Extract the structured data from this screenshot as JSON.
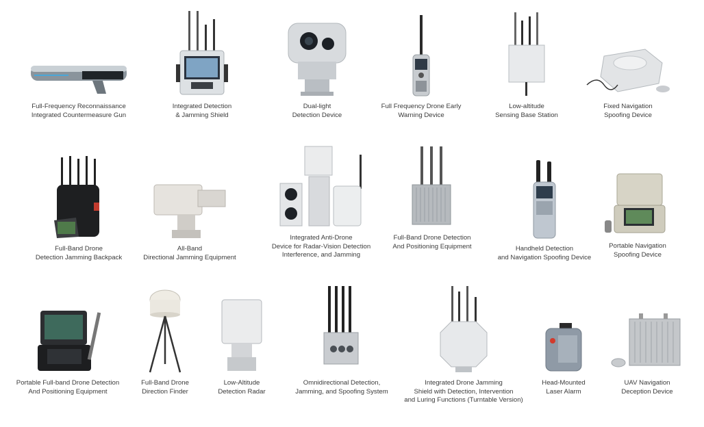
{
  "products": [
    {
      "lines": [
        "Full-Frequency Reconnaissance",
        "Integrated Countermeasure Gun"
      ],
      "icon": "countermeasure-gun-icon"
    },
    {
      "lines": [
        "Integrated Detection",
        "& Jamming Shield"
      ],
      "icon": "jamming-shield-icon"
    },
    {
      "lines": [
        "Dual-light",
        "Detection Device"
      ],
      "icon": "dual-light-camera-icon"
    },
    {
      "lines": [
        "Full Frequency Drone Early",
        "Warning Device"
      ],
      "icon": "handheld-radio-icon"
    },
    {
      "lines": [
        "Low-altitude",
        "Sensing Base Station"
      ],
      "icon": "base-station-icon"
    },
    {
      "lines": [
        "Fixed Navigation",
        "Spoofing Device"
      ],
      "icon": "spoofing-box-icon"
    },
    {
      "lines": [
        "Full-Band Drone",
        "Detection Jamming Backpack"
      ],
      "icon": "jamming-backpack-icon"
    },
    {
      "lines": [
        "All-Band",
        "Directional Jamming Equipment"
      ],
      "icon": "directional-jammer-icon"
    },
    {
      "lines": [
        "Integrated Anti-Drone",
        "Device for Radar-Vision Detection",
        "Interference, and Jamming"
      ],
      "icon": "radar-vision-device-icon"
    },
    {
      "lines": [
        "Full-Band Drone Detection",
        "And Positioning Equipment"
      ],
      "icon": "detection-box-icon"
    },
    {
      "lines": [
        "Handheld Detection",
        "and Navigation Spoofing Device"
      ],
      "icon": "handheld-spoofer-icon"
    },
    {
      "lines": [
        "Portable Navigation",
        "Spoofing Device"
      ],
      "icon": "portable-case-icon"
    },
    {
      "lines": [
        "Portable Full-band Drone Detection",
        "And Positioning Equipment"
      ],
      "icon": "portable-detection-case-icon"
    },
    {
      "lines": [
        "Full-Band Drone",
        "Direction Finder"
      ],
      "icon": "direction-finder-tripod-icon"
    },
    {
      "lines": [
        "Low-Altitude",
        "Detection Radar"
      ],
      "icon": "radar-panel-icon"
    },
    {
      "lines": [
        "Omnidirectional Detection,",
        "Jamming, and Spoofing System"
      ],
      "icon": "omni-system-icon"
    },
    {
      "lines": [
        "Integrated Drone Jamming",
        "Shield with Detection, Intervention",
        "and Luring Functions (Turntable Version)"
      ],
      "icon": "turntable-shield-icon"
    },
    {
      "lines": [
        "Head-Mounted",
        "Laser Alarm"
      ],
      "icon": "laser-alarm-icon"
    },
    {
      "lines": [
        "UAV Navigation",
        "Deception Device"
      ],
      "icon": "deception-box-icon"
    }
  ]
}
